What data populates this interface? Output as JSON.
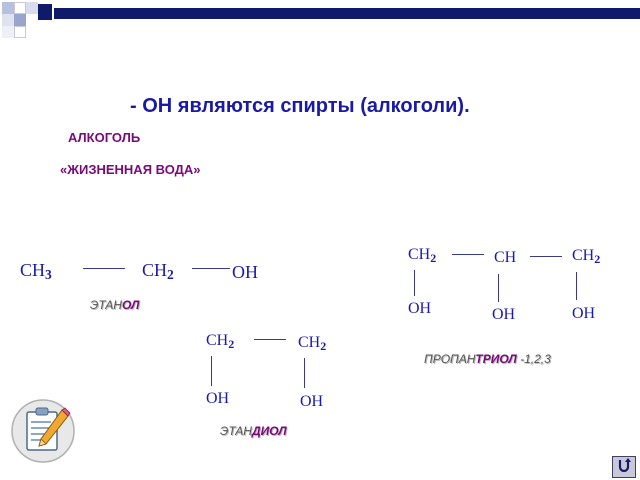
{
  "heading": "- OH являются спирты (алкоголи).",
  "subtitle1": "АЛКОГОЛЬ",
  "subtitle2": "«ЖИЗНЕННАЯ ВОДА»",
  "ethanol": {
    "c1": "CH",
    "c1_sub": "3",
    "c2": "CH",
    "c2_sub": "2",
    "oh": "OH",
    "name_prefix": "ЭТАН",
    "name_suffix": "ОЛ"
  },
  "ethanediol": {
    "c1": "CH",
    "c1_sub": "2",
    "c2": "CH",
    "c2_sub": "2",
    "oh1": "OH",
    "oh2": "OH",
    "name_prefix": "ЭТАН",
    "name_suffix": "ДИОЛ"
  },
  "propanetriol": {
    "c1": "CH",
    "c1_sub": "2",
    "c2": "CH",
    "c3": "CH",
    "c3_sub": "2",
    "oh1": "OH",
    "oh2": "OH",
    "oh3": "OH",
    "name_prefix": "ПРОПАН",
    "name_suffix": "ТРИОЛ",
    "name_locants": " -1,2,3"
  },
  "nav": {
    "return_icon": "return-icon"
  },
  "colors": {
    "heading": "#1a1aa8",
    "subtitle": "#7a0a7a",
    "formula": "#1a1ab0",
    "topbar": "#101a6a"
  }
}
